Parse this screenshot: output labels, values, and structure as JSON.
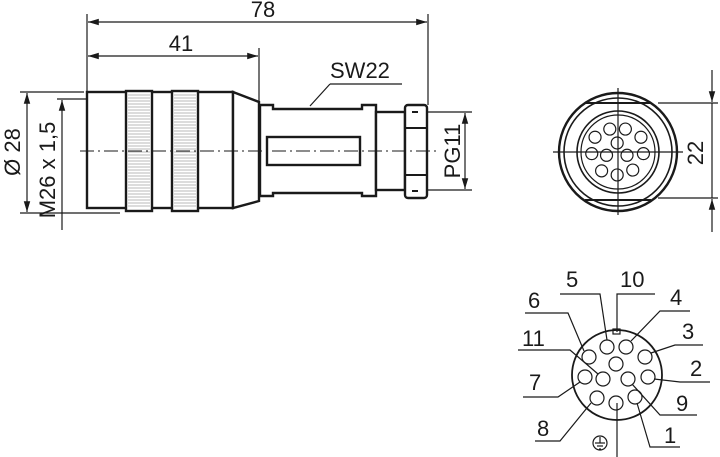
{
  "dimensions": {
    "overall_length": "78",
    "coupling_length": "41",
    "wrench_size": "SW22",
    "diameter": "Ø 28",
    "thread": "M26 x 1,5",
    "cable_gland": "PG11",
    "face_width": "22"
  },
  "pinout": {
    "labels": [
      "1",
      "2",
      "3",
      "4",
      "5",
      "6",
      "7",
      "8",
      "9",
      "10",
      "11"
    ],
    "ground_symbol": "protective-earth"
  },
  "colors": {
    "line": "#1a1a1a"
  }
}
